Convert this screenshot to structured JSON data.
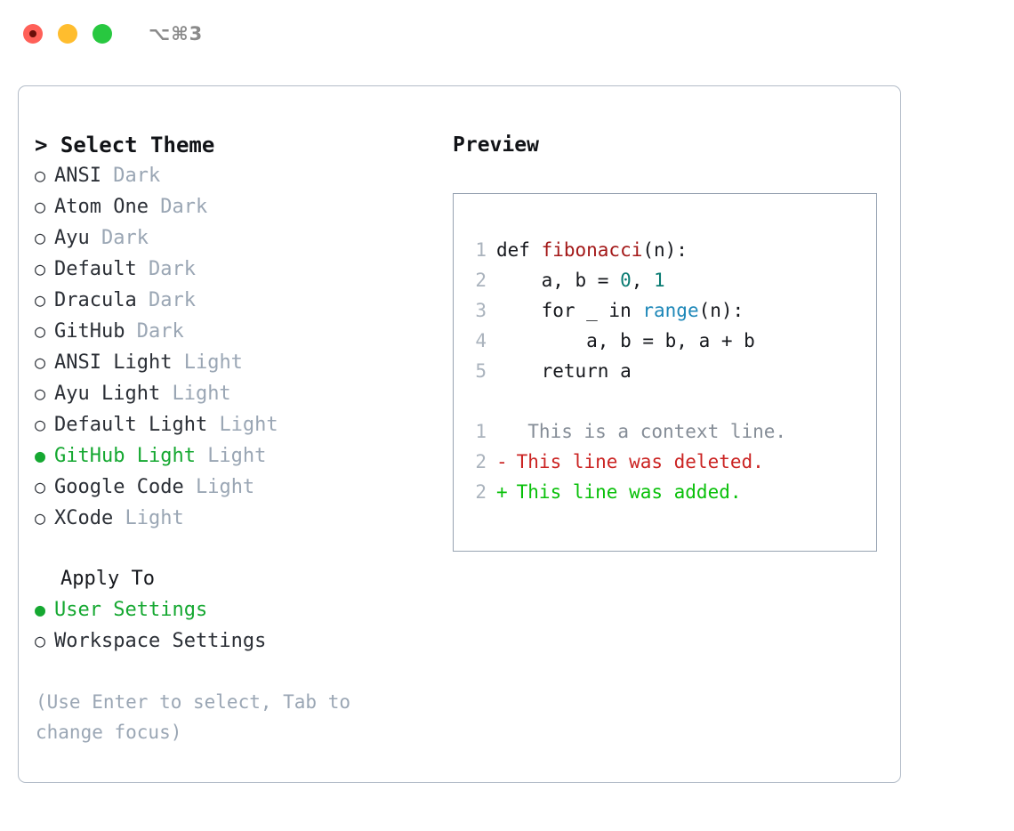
{
  "titlebar": {
    "shortcut": "⌥⌘3",
    "buttons": {
      "close": "close-button",
      "minimize": "minimize-button",
      "maximize": "maximize-button"
    }
  },
  "theme_panel": {
    "heading": "> Select Theme",
    "caret": ">",
    "heading_text": "Select Theme",
    "bullet_unselected": "○",
    "bullet_selected": "●",
    "options": [
      {
        "name": "ANSI",
        "variant": "Dark",
        "selected": false
      },
      {
        "name": "Atom One",
        "variant": "Dark",
        "selected": false
      },
      {
        "name": "Ayu",
        "variant": "Dark",
        "selected": false
      },
      {
        "name": "Default",
        "variant": "Dark",
        "selected": false
      },
      {
        "name": "Dracula",
        "variant": "Dark",
        "selected": false
      },
      {
        "name": "GitHub",
        "variant": "Dark",
        "selected": false
      },
      {
        "name": "ANSI Light",
        "variant": "Light",
        "selected": false
      },
      {
        "name": "Ayu Light",
        "variant": "Light",
        "selected": false
      },
      {
        "name": "Default Light",
        "variant": "Light",
        "selected": false
      },
      {
        "name": "GitHub Light",
        "variant": "Light",
        "selected": true
      },
      {
        "name": "Google Code",
        "variant": "Light",
        "selected": false
      },
      {
        "name": "XCode",
        "variant": "Light",
        "selected": false
      }
    ]
  },
  "apply_to": {
    "heading": "Apply To",
    "options": [
      {
        "name": "User Settings",
        "selected": true
      },
      {
        "name": "Workspace Settings",
        "selected": false
      }
    ]
  },
  "hint": "(Use Enter to select, Tab to change focus)",
  "preview": {
    "title": "Preview",
    "code_lines": [
      {
        "num": "1",
        "segments": [
          {
            "text": "def ",
            "kind": "plain"
          },
          {
            "text": "fibonacci",
            "kind": "fn"
          },
          {
            "text": "(n):",
            "kind": "plain"
          }
        ]
      },
      {
        "num": "2",
        "segments": [
          {
            "text": "    a, b = ",
            "kind": "plain"
          },
          {
            "text": "0",
            "kind": "num"
          },
          {
            "text": ", ",
            "kind": "plain"
          },
          {
            "text": "1",
            "kind": "num"
          }
        ]
      },
      {
        "num": "3",
        "segments": [
          {
            "text": "    for _ in ",
            "kind": "plain"
          },
          {
            "text": "range",
            "kind": "call"
          },
          {
            "text": "(n):",
            "kind": "plain"
          }
        ]
      },
      {
        "num": "4",
        "segments": [
          {
            "text": "        a, b = b, a + b",
            "kind": "plain"
          }
        ]
      },
      {
        "num": "5",
        "segments": [
          {
            "text": "    return a",
            "kind": "plain"
          }
        ]
      }
    ],
    "diff_lines": [
      {
        "num": "1",
        "sign": " ",
        "text": "  This is a context line.",
        "kind": "ctx"
      },
      {
        "num": "2",
        "sign": "-",
        "text": " This line was deleted.",
        "kind": "del"
      },
      {
        "num": "2",
        "sign": "+",
        "text": " This line was added.",
        "kind": "add"
      }
    ]
  },
  "colors": {
    "selection_green": "#15a831",
    "diff_add_green": "#08c009",
    "diff_del_red": "#cb2423",
    "function_red": "#a31818",
    "number_teal": "#0b7c73",
    "builtin_blue": "#1d87b8",
    "muted_gray": "#9aa6b4",
    "border_gray": "#b3bcc8",
    "preview_border": "#97a3b2"
  }
}
